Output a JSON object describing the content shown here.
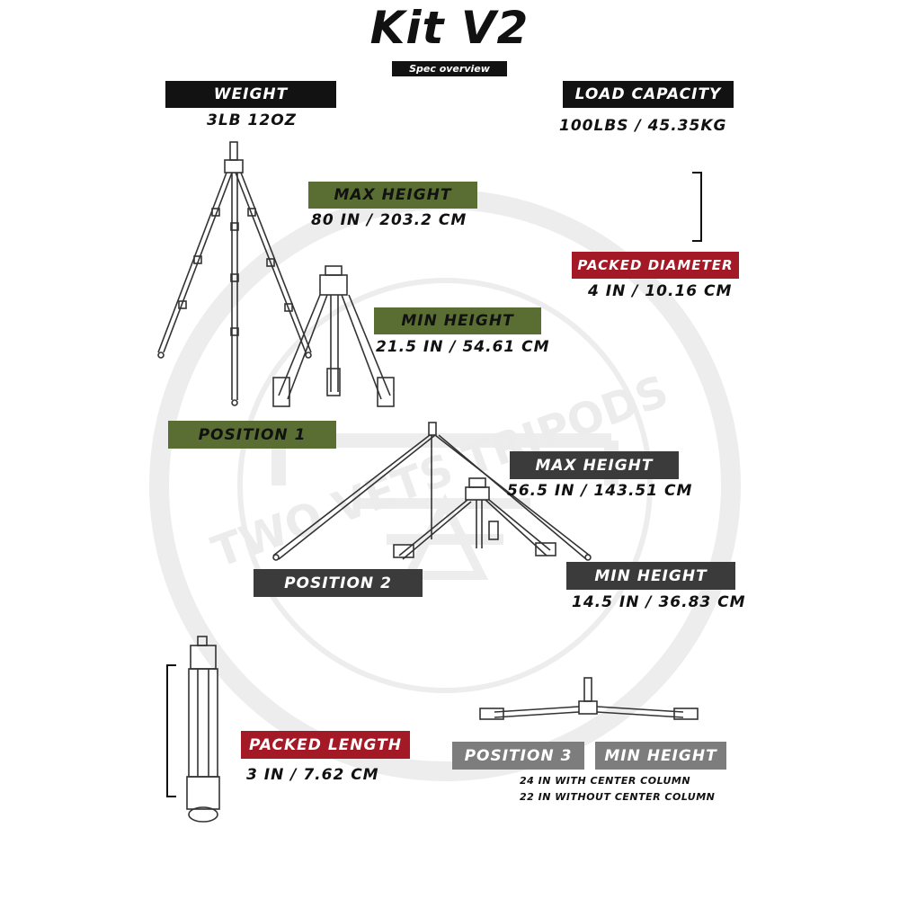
{
  "title": "Kit V2",
  "subtitle": "Spec overview",
  "specs": {
    "weight": {
      "label": "Weight",
      "value": "3lb 12oz"
    },
    "load_capacity": {
      "label": "Load capacity",
      "value": "100lbs / 45.35kg"
    },
    "max_height": {
      "label": "max height",
      "value": "80 in / 203.2 cm"
    },
    "min_height": {
      "label": "min height",
      "value": "21.5 in / 54.61 cm"
    },
    "packed_diameter": {
      "label": "packed diameter",
      "value": "4 in / 10.16 cm"
    },
    "position_1": {
      "label": "Position 1"
    },
    "position_2": {
      "label": "Position 2"
    },
    "pos2_max_height": {
      "label": "max height",
      "value": "56.5 in / 143.51 cm"
    },
    "pos2_min_height": {
      "label": "min height",
      "value": "14.5 in / 36.83 cm"
    },
    "packed_length": {
      "label": "Packed length",
      "value": "3 in / 7.62 cm"
    },
    "position_3": {
      "label": "position 3"
    },
    "pos3_min_height": {
      "label": "min height",
      "note1": "24 in with center column",
      "note2": "22 in without center column"
    }
  },
  "watermark_text": "TWO VETS TRIPODS",
  "colors": {
    "black": "#121212",
    "green": "#5a6e34",
    "red": "#a31926",
    "dark_gray": "#3b3b3b",
    "light_gray": "#7d7d7d"
  }
}
